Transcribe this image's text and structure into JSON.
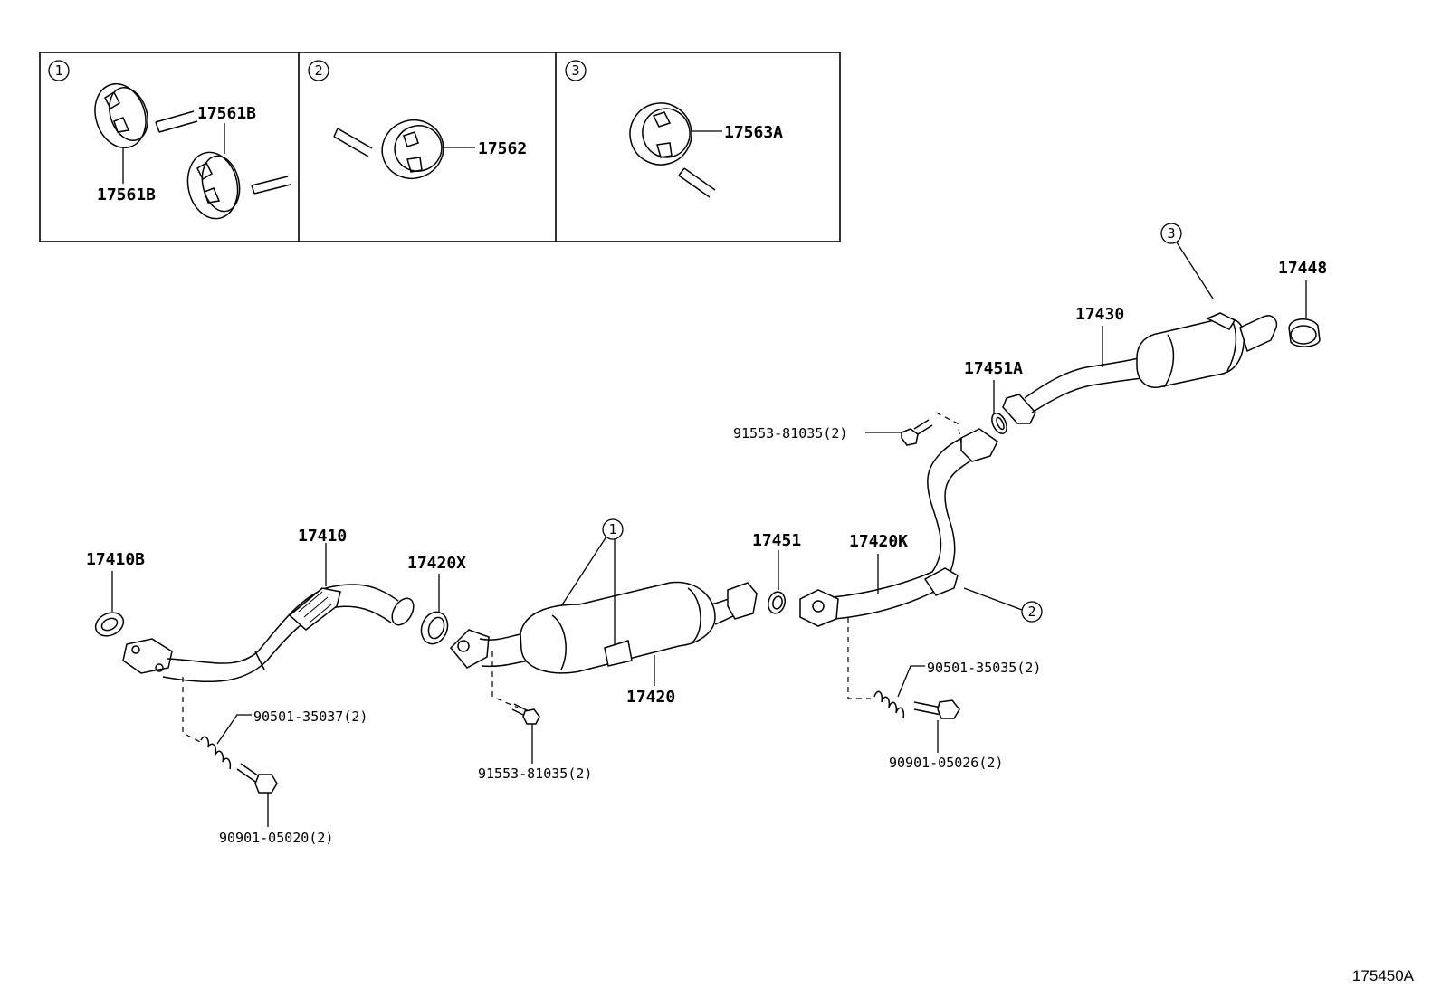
{
  "callouts": [
    "1",
    "2",
    "3"
  ],
  "insets": {
    "inset1": {
      "badge": "1",
      "labels": [
        "17561B",
        "17561B"
      ]
    },
    "inset2": {
      "badge": "2",
      "labels": [
        "17562"
      ]
    },
    "inset3": {
      "badge": "3",
      "labels": [
        "17563A"
      ]
    }
  },
  "parts": {
    "p17410B": "17410B",
    "p17410": "17410",
    "p17420X": "17420X",
    "p17420": "17420",
    "p17451": "17451",
    "p17420K": "17420K",
    "p17451A": "17451A",
    "p17430": "17430",
    "p17448": "17448",
    "b91553_top": "91553-81035(2)",
    "b91553_mid": "91553-81035(2)",
    "s90501_left": "90501-35037(2)",
    "b90901_left": "90901-05020(2)",
    "s90501_right": "90501-35035(2)",
    "b90901_right": "90901-05026(2)"
  },
  "diagram_id": "175450A"
}
